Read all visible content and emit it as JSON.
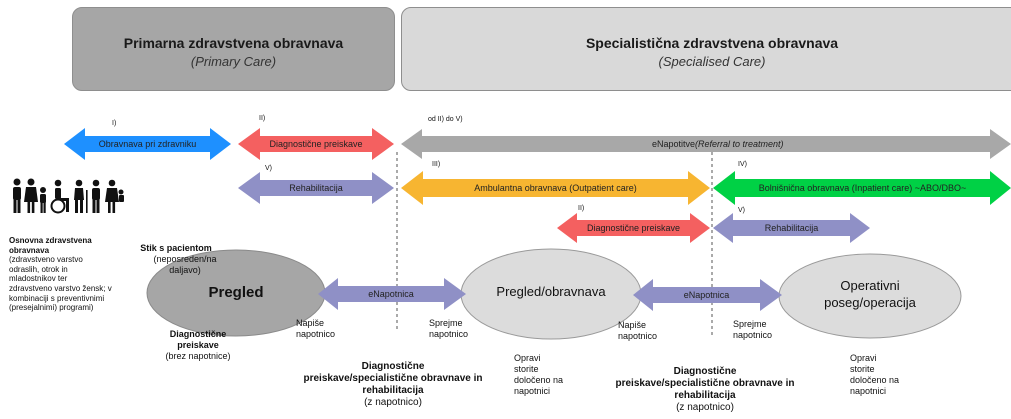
{
  "panels": {
    "primary": {
      "title": "Primarna zdravstvena obravnava",
      "subtitle": "(Primary Care)"
    },
    "specialised": {
      "title": "Specialistična zdravstvena obravnava",
      "subtitle": "(Specialised Care)"
    }
  },
  "arrows": {
    "obravnava_pri_zdravniku": {
      "num": "I)",
      "label": "Obravnava pri zdravniku",
      "color": "#1e90ff"
    },
    "diagnosticne_primary": {
      "num": "II)",
      "label": "Diagnostične preiskave",
      "color": "#f46060"
    },
    "rehabilitacija_primary": {
      "num": "V)",
      "label": "Rehabilitacija",
      "color": "#8f90c6"
    },
    "enapotitve": {
      "num": "od II) do V)",
      "label": "eNapotitve",
      "label_italic": "(Referral to treatment)",
      "color": "#a8a8a8"
    },
    "ambulantna": {
      "num": "III)",
      "label": "Ambulantna obravnava (Outpatient care)",
      "color": "#f7b531"
    },
    "bolnisnicna": {
      "num": "IV)",
      "label": "Bolnišnična obravnava (Inpatient care) ~ABO/DBO~",
      "color": "#00d145"
    },
    "diagnosticne_spec": {
      "num": "II)",
      "label": "Diagnostične preiskave",
      "color": "#f46060"
    },
    "rehabilitacija_spec": {
      "num": "V)",
      "label": "Rehabilitacija",
      "color": "#8f90c6"
    },
    "enapotnica_1": {
      "label": "eNapotnica",
      "color": "#8f90c6"
    },
    "enapotnica_2": {
      "label": "eNapotnica",
      "color": "#8f90c6"
    }
  },
  "ellipses": {
    "pregled": "Pregled",
    "pregled_obravnava": "Pregled/obravnava",
    "operativni_1": "Operativni",
    "operativni_2": "poseg/operacija"
  },
  "left_text": {
    "title_1": "Osnovna zdravstvena",
    "title_2": "obravnava",
    "body": [
      "(zdravstveno varstvo",
      "odraslih, otrok in",
      "mladostnikov ter",
      "zdravstveno varstvo žensk; v",
      "kombinaciji s preventivnimi",
      "(presejalnimi) programi)"
    ]
  },
  "stik": {
    "title": "Stik s pacientom",
    "line1": "(neposreden/na",
    "line2": "daljavo)"
  },
  "diag_brez": {
    "line1": "Diagnostične",
    "line2": "preiskave",
    "line3": "(brez napotnice)"
  },
  "napise_1": {
    "line1": "Napiše",
    "line2": "napotnico"
  },
  "sprejme_1": {
    "line1": "Sprejme",
    "line2": "napotnico"
  },
  "napise_2": {
    "line1": "Napiše",
    "line2": "napotnico"
  },
  "sprejme_2": {
    "line1": "Sprejme",
    "line2": "napotnico"
  },
  "opravi_1": {
    "l1": "Opravi",
    "l2": "storite",
    "l3": "določeno na",
    "l4": "napotnici"
  },
  "opravi_2": {
    "l1": "Opravi",
    "l2": "storite",
    "l3": "določeno na",
    "l4": "napotnici"
  },
  "bottom_1": {
    "l1": "Diagnostične",
    "l2": "preiskave/specialistične obravnave in",
    "l3": "rehabilitacija",
    "l4": "(z napotnico)"
  },
  "bottom_2": {
    "l1": "Diagnostične",
    "l2": "preiskave/specialistične obravnave in",
    "l3": "rehabilitacija",
    "l4": "(z napotnico)"
  }
}
